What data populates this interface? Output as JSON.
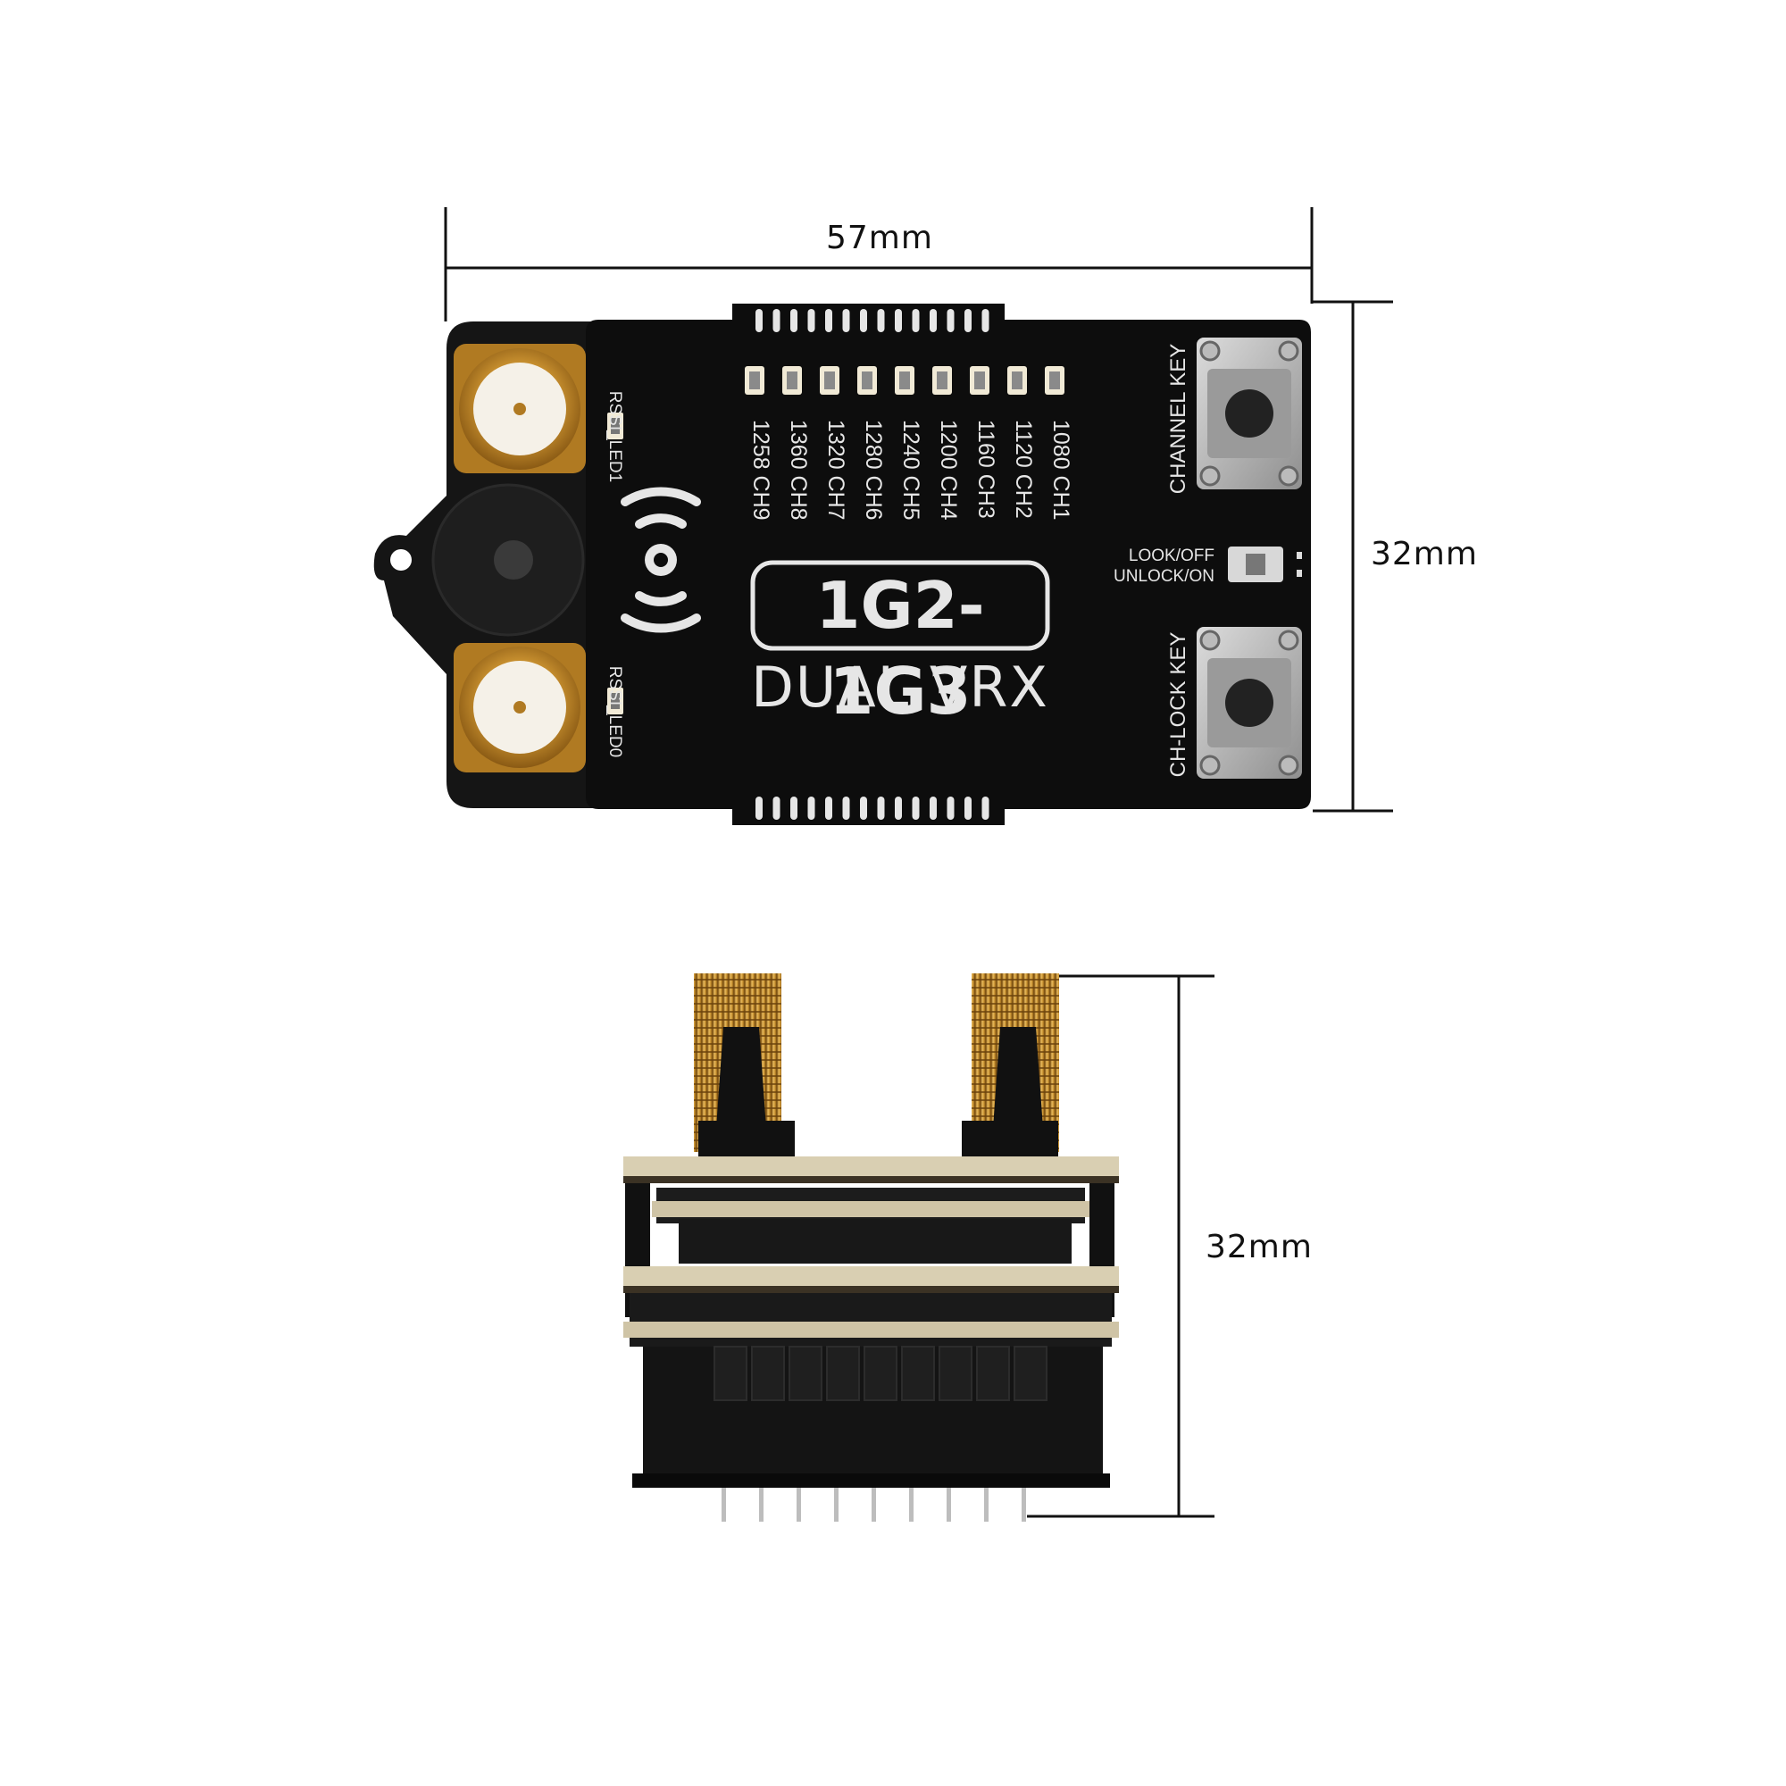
{
  "dimensions": {
    "width_label": "57mm",
    "height_label_top": "32mm",
    "height_label_side": "32mm"
  },
  "board": {
    "model": "1G2-1G3",
    "product": "DUAL VRX",
    "channel_key": "CHANNEL KEY",
    "chlock_key": "CH-LOCK KEY",
    "lock_line1": "LOOK/OFF",
    "lock_line2": "UNLOCK/ON",
    "rssi_led1": "RSSI_LED1",
    "rssi_led0": "RSSI_LED0",
    "channels": [
      "1080 CH1",
      "1120 CH2",
      "1160 CH3",
      "1200 CH4",
      "1240 CH5",
      "1280 CH6",
      "1320 CH7",
      "1360 CH8",
      "1258 CH9"
    ]
  },
  "colors": {
    "pcb": "#0d0d0d",
    "gold": "#c8902f",
    "text": "#e6e6e6",
    "led": "#f1ead6"
  }
}
